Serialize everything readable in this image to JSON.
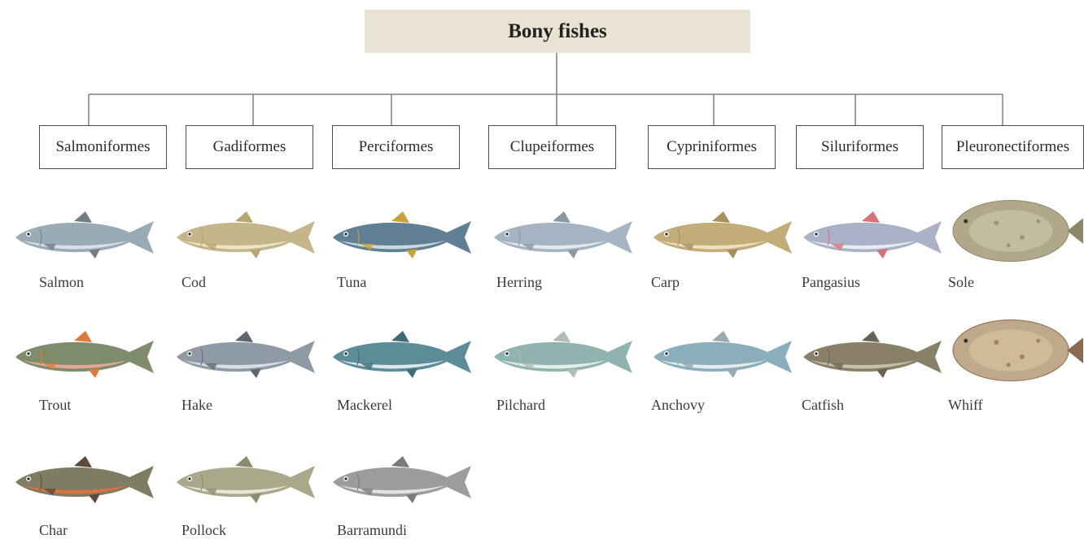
{
  "root": {
    "title": "Bony fishes",
    "color": "#e8e3d3"
  },
  "orders": [
    {
      "name": "Salmoniformes",
      "fish": [
        {
          "label": "Salmon",
          "icon": "salmon-icon",
          "colors": [
            "#9aabb8",
            "#d8e0e6",
            "#6f7d88"
          ]
        },
        {
          "label": "Trout",
          "icon": "trout-icon",
          "colors": [
            "#7f8c6c",
            "#e3a89a",
            "#e07a3a"
          ]
        },
        {
          "label": "Char",
          "icon": "char-icon",
          "colors": [
            "#7e7c62",
            "#e2703c",
            "#5e4a3c"
          ]
        }
      ]
    },
    {
      "name": "Gadiformes",
      "fish": [
        {
          "label": "Cod",
          "icon": "cod-icon",
          "colors": [
            "#c4b68a",
            "#ece4c6",
            "#b8a470"
          ]
        },
        {
          "label": "Hake",
          "icon": "hake-icon",
          "colors": [
            "#8e9aa6",
            "#d8dee4",
            "#5e6670"
          ]
        },
        {
          "label": "Pollock",
          "icon": "pollock-icon",
          "colors": [
            "#a9a88a",
            "#e8e6d8",
            "#8c8a6a"
          ]
        }
      ]
    },
    {
      "name": "Perciformes",
      "fish": [
        {
          "label": "Tuna",
          "icon": "tuna-icon",
          "colors": [
            "#5f7f95",
            "#cdd8de",
            "#c7a23a"
          ]
        },
        {
          "label": "Mackerel",
          "icon": "mackerel-icon",
          "colors": [
            "#5b8c98",
            "#dde6ea",
            "#3f6a78"
          ]
        },
        {
          "label": "Barramundi",
          "icon": "barramundi-icon",
          "colors": [
            "#9c9c9c",
            "#e2e2e2",
            "#7a7a7a"
          ]
        }
      ]
    },
    {
      "name": "Clupeiformes",
      "fish": [
        {
          "label": "Herring",
          "icon": "herring-icon",
          "colors": [
            "#a4b4c2",
            "#e2e8ee",
            "#8a98a4"
          ]
        },
        {
          "label": "Pilchard",
          "icon": "pilchard-icon",
          "colors": [
            "#8fb4b0",
            "#e6eeec",
            "#b0bcb4"
          ]
        }
      ]
    },
    {
      "name": "Cypriniformes",
      "fish": [
        {
          "label": "Carp",
          "icon": "carp-icon",
          "colors": [
            "#c2ac78",
            "#ece0c0",
            "#a88e58"
          ]
        },
        {
          "label": "Anchovy",
          "icon": "anchovy-icon",
          "colors": [
            "#8aaebc",
            "#e4ecee",
            "#9aaab0"
          ]
        }
      ]
    },
    {
      "name": "Siluriformes",
      "fish": [
        {
          "label": "Pangasius",
          "icon": "pangasius-icon",
          "colors": [
            "#aab2c8",
            "#e8ebf2",
            "#d8707a"
          ]
        },
        {
          "label": "Catfish",
          "icon": "catfish-icon",
          "colors": [
            "#8a806a",
            "#c8c0a8",
            "#6c6452"
          ]
        }
      ]
    },
    {
      "name": "Pleuronectiformes",
      "fish": [
        {
          "label": "Sole",
          "icon": "sole-icon",
          "colors": [
            "#b0a888",
            "#d4ccae",
            "#8e8666"
          ]
        },
        {
          "label": "Whiff",
          "icon": "whiff-icon",
          "colors": [
            "#c0a88a",
            "#dcc8a8",
            "#8a6a50"
          ]
        }
      ]
    }
  ]
}
